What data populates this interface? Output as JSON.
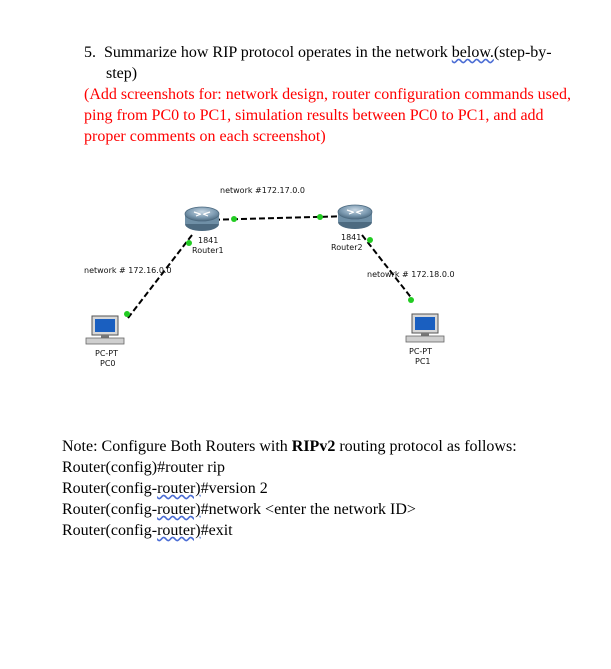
{
  "question": {
    "number": "5.",
    "text_line1": "Summarize how RIP protocol operates in the network ",
    "text_link": "below.",
    "text_line1_end": "(step-by-",
    "text_line2": "step)",
    "instructions": [
      "(Add screenshots for: network design, router configuration commands used,",
      "ping from PC0 to PC1, simulation results between PC0 to PC1, and add",
      "proper comments on each screenshot)"
    ]
  },
  "diagram": {
    "network_top": "network #172.17.0.0",
    "network_left": "network # 172.16.0.0",
    "network_right": "netowrk # 172.18.0.0",
    "router1_model": "1841",
    "router1_name": "Router1",
    "router2_model": "1841",
    "router2_name": "Router2",
    "pc0_type": "PC-PT",
    "pc0_name": "PC0",
    "pc1_type": "PC-PT",
    "pc1_name": "PC1",
    "colors": {
      "link_dot": "#22cc22",
      "router": "#6f8fa6",
      "pc_screen": "#1a5fc0"
    }
  },
  "note": {
    "intro_prefix": "Note: Configure Both Routers with ",
    "intro_bold": "RIPv2",
    "intro_suffix": " routing protocol as follows:",
    "cmd1": "Router(config)#router rip",
    "cmd_prefix": "Router(config-",
    "cmd_mode": "router)",
    "cmd2_rest": "#version 2",
    "cmd3_rest": "#network <enter the network ID>",
    "cmd4_rest": "#exit"
  }
}
